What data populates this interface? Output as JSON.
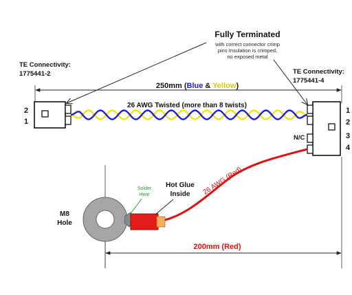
{
  "title": "Fully Terminated",
  "title_note_lines": [
    "with correct connector crimp",
    "pins Insulation is crimped,",
    "no exposed metal"
  ],
  "left_connector": {
    "maker": "TE Connectivity:",
    "part": "1775441-2",
    "pins": [
      "2",
      "1"
    ]
  },
  "right_connector": {
    "maker": "TE Connectivity:",
    "part": "1775441-4",
    "pins": [
      "1",
      "2",
      "3",
      "4"
    ],
    "nc_label": "N/C"
  },
  "dim_top": {
    "prefix": "250mm (",
    "blue": "Blue",
    "amp": " & ",
    "yellow": "Yellow",
    "suffix": ")"
  },
  "twisted_label": "26 AWG Twisted (more than 8 twists)",
  "red_wire_label": "26 AWG (Red)",
  "solder_label_lines": [
    "Solder",
    "Here"
  ],
  "hotglue_label_lines": [
    "Hot Glue",
    "Inside"
  ],
  "ring_label_lines": [
    "M8",
    "Hole"
  ],
  "dim_bottom": "200mm (Red)",
  "colors": {
    "blue_wire": "#1f1fd0",
    "yellow_wire": "#f0e020",
    "red_wire": "#e01010",
    "solder_text": "#2a9a2a",
    "ring": "#a6a6a6",
    "heatshrink": "#e31b1b",
    "terminal": "#f2b060",
    "dim_lines": "#222222"
  }
}
